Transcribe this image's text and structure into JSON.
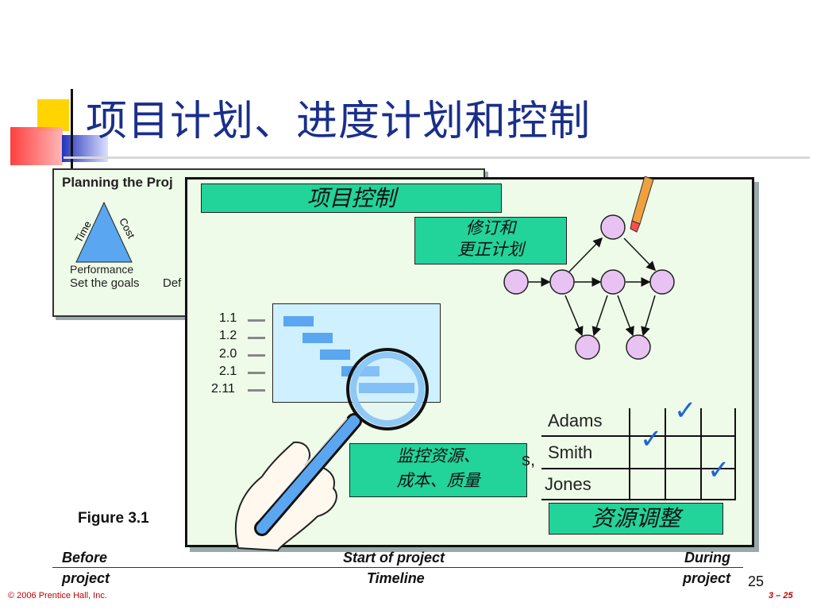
{
  "title": "项目计划、进度计划和控制",
  "back_panel": {
    "heading": "Planning the Proj",
    "triangle": {
      "left": "Time",
      "right": "Cost",
      "bottom": "Performance"
    },
    "goal_text": "Set the goals",
    "def_text": "Def"
  },
  "front_panel": {
    "control_label": "项目控制",
    "revise_label_1": "修订和",
    "revise_label_2": "更正计划",
    "wbs_codes": [
      "1.1",
      "1.2",
      "2.0",
      "2.1",
      "2.11"
    ],
    "monitor_label_1": "监控资源、",
    "monitor_label_2": "成本、质量",
    "resource_names": [
      "Adams",
      "Smith",
      "Jones"
    ],
    "resource_label": "资源调整",
    "partial_text": "s,"
  },
  "figure_label": "Figure 3.1",
  "timeline": {
    "before_1": "Before",
    "before_2": "project",
    "start_1": "Start of project",
    "start_2": "Timeline",
    "during_1": "During",
    "during_2": "project"
  },
  "page_number": "25",
  "copyright": "© 2006 Prentice Hall, Inc.",
  "slide_ref": "3 – 25",
  "colors": {
    "title": "#1a2f8a",
    "panel_bg": "#eefbe8",
    "teal": "#22d39a",
    "node": "#e8c2f2",
    "bar": "#5aa6f0",
    "accent_red": "#c00000"
  }
}
